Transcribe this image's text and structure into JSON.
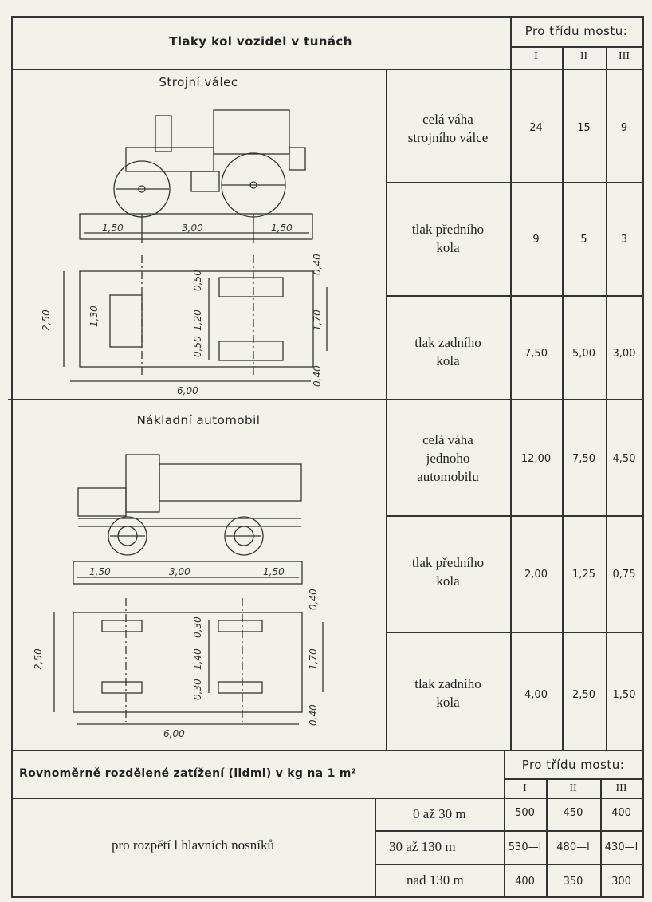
{
  "wheel_header": "Tlaky kol vozidel v tunách",
  "class_header": "Pro třídu mostu:",
  "class_cols": [
    "I",
    "II",
    "III"
  ],
  "vehicles": [
    {
      "name": "Strojní válec",
      "rows": [
        {
          "label": "celá váha\nstrojního válce",
          "values": [
            "24",
            "15",
            "9"
          ]
        },
        {
          "label": "tlak předního\nkola",
          "values": [
            "9",
            "5",
            "3"
          ]
        },
        {
          "label": "tlak zadního\nkola",
          "values": [
            "7,50",
            "5,00",
            "3,00"
          ]
        }
      ],
      "dims": {
        "a": "1,50",
        "b": "3,00",
        "c": "1,50",
        "width": "2,50",
        "length": "6,00",
        "front": "1,30",
        "w1": "0,50",
        "w2": "1,20",
        "w3": "0,50",
        "track": "1,70",
        "m1": "0,40",
        "m2": "0,40"
      }
    },
    {
      "name": "Nákladní automobil",
      "rows": [
        {
          "label": "celá váha\njednoho\nautomobilu",
          "values": [
            "12,00",
            "7,50",
            "4,50"
          ]
        },
        {
          "label": "tlak předního\nkola",
          "values": [
            "2,00",
            "1,25",
            "0,75"
          ]
        },
        {
          "label": "tlak zadního\nkola",
          "values": [
            "4,00",
            "2,50",
            "1,50"
          ]
        }
      ],
      "dims": {
        "a": "1,50",
        "b": "3,00",
        "c": "1,50",
        "width": "2,50",
        "length": "6,00",
        "w1": "0,30",
        "w2": "1,40",
        "w3": "0,30",
        "track": "1,70",
        "m1": "0,40",
        "m2": "0,40"
      }
    }
  ],
  "uniform": {
    "header": "Rovnoměrně rozdělené zatížení (lidmi) v kg na 1 m²",
    "span_label": "pro rozpětí l hlavních nosníků",
    "rows": [
      {
        "range": "0 až 30 m",
        "values": [
          "500",
          "450",
          "400"
        ]
      },
      {
        "range": "30 až 130 m",
        "values": [
          "530—l",
          "480—l",
          "430—l"
        ]
      },
      {
        "range": "nad 130 m",
        "values": [
          "400",
          "350",
          "300"
        ]
      }
    ]
  }
}
